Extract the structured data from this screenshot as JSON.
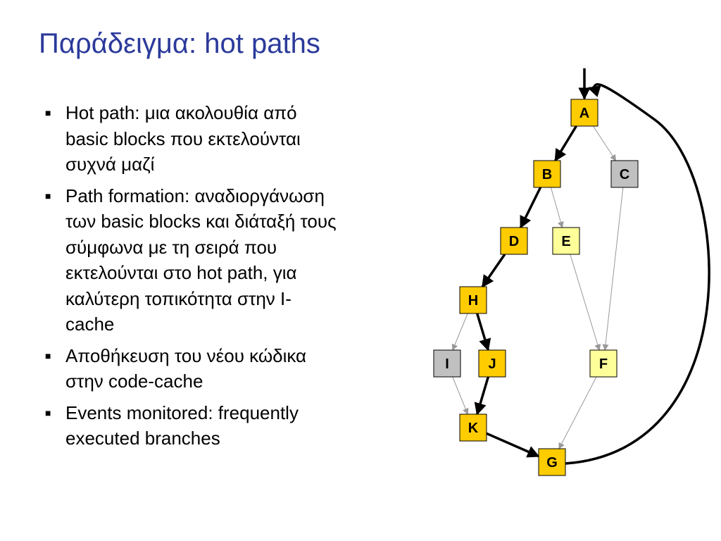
{
  "slide": {
    "title": "Παράδειγμα: hot paths",
    "bullets": [
      {
        "lines": [
          "Hot path: μια ακολουθία από",
          "basic blocks που εκτελούνται",
          "συχνά μαζί"
        ]
      },
      {
        "lines": [
          "Path formation: αναδιοργάνωση",
          "των basic blocks και διάταξή τους",
          "σύμφωνα με τη σειρά που",
          "εκτελούνται στο hot path, για",
          "καλύτερη τοπικότητα στην I-",
          "cache"
        ]
      },
      {
        "lines": [
          "Αποθήκευση του νέου κώδικα",
          "στην code-cache"
        ]
      },
      {
        "lines": [
          "Events monitored: frequently",
          "executed branches"
        ]
      }
    ]
  },
  "diagram": {
    "colors": {
      "hot": "#ffcc00",
      "warm": "#ffff99",
      "cold": "#c0c0c0",
      "hot_edge": "#000000",
      "cold_edge": "#999999"
    },
    "nodes": [
      {
        "id": "A",
        "label": "A",
        "kind": "hot"
      },
      {
        "id": "B",
        "label": "B",
        "kind": "hot"
      },
      {
        "id": "C",
        "label": "C",
        "kind": "cold"
      },
      {
        "id": "D",
        "label": "D",
        "kind": "hot"
      },
      {
        "id": "E",
        "label": "E",
        "kind": "warm"
      },
      {
        "id": "H",
        "label": "H",
        "kind": "hot"
      },
      {
        "id": "I",
        "label": "I",
        "kind": "cold"
      },
      {
        "id": "J",
        "label": "J",
        "kind": "hot"
      },
      {
        "id": "F",
        "label": "F",
        "kind": "warm"
      },
      {
        "id": "K",
        "label": "K",
        "kind": "hot"
      },
      {
        "id": "G",
        "label": "G",
        "kind": "hot"
      }
    ],
    "edges": [
      {
        "from": "entry",
        "to": "A",
        "hot": true
      },
      {
        "from": "A",
        "to": "B",
        "hot": true
      },
      {
        "from": "A",
        "to": "C",
        "hot": false
      },
      {
        "from": "B",
        "to": "D",
        "hot": true
      },
      {
        "from": "B",
        "to": "E",
        "hot": false
      },
      {
        "from": "C",
        "to": "F",
        "hot": false
      },
      {
        "from": "D",
        "to": "H",
        "hot": true
      },
      {
        "from": "E",
        "to": "F",
        "hot": false
      },
      {
        "from": "H",
        "to": "I",
        "hot": false
      },
      {
        "from": "H",
        "to": "J",
        "hot": true
      },
      {
        "from": "I",
        "to": "K",
        "hot": false
      },
      {
        "from": "J",
        "to": "K",
        "hot": true
      },
      {
        "from": "K",
        "to": "G",
        "hot": true
      },
      {
        "from": "F",
        "to": "G",
        "hot": false
      },
      {
        "from": "G",
        "to": "A",
        "hot": true,
        "loop": true
      }
    ]
  }
}
